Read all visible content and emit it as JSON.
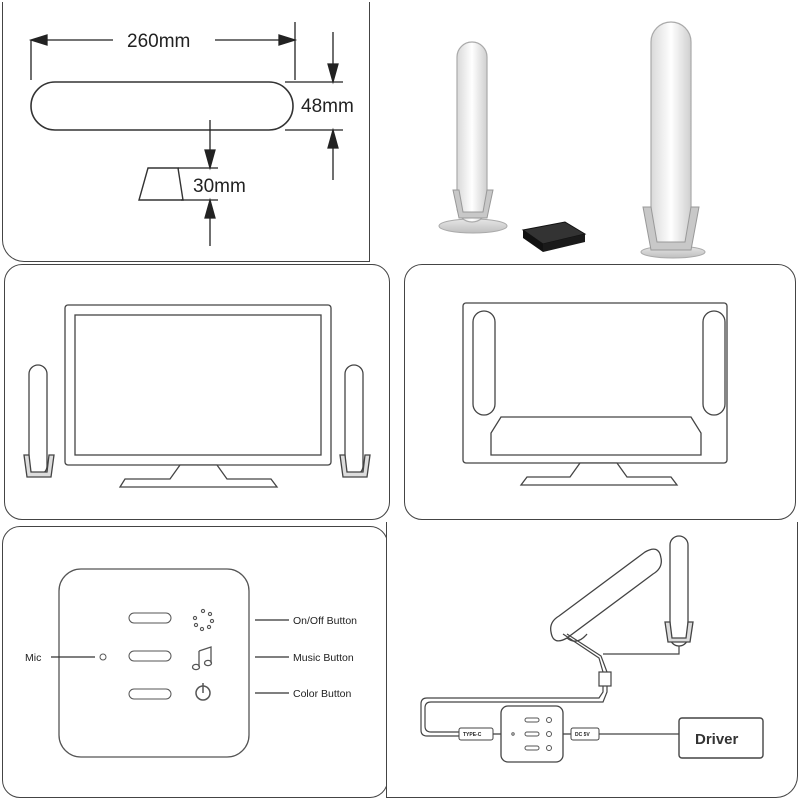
{
  "dimensions": {
    "length": "260mm",
    "height": "48mm",
    "base_height": "30mm"
  },
  "controller": {
    "mic_label": "Mic",
    "buttons": [
      {
        "label": "On/Off Button",
        "icon": "light-dots-icon"
      },
      {
        "label": "Music Button",
        "icon": "music-note-icon"
      },
      {
        "label": "Color Button",
        "icon": "power-icon"
      }
    ]
  },
  "wiring": {
    "usb_label": "TYPE-C",
    "dc_label": "DC 5V",
    "driver_label": "Driver"
  }
}
